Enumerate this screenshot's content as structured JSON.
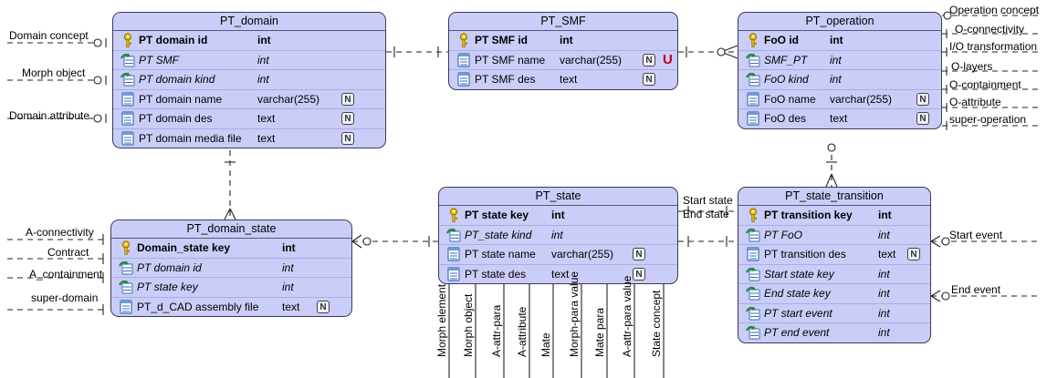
{
  "entities": {
    "domain": {
      "title": "PT_domain",
      "rows": [
        {
          "name": "PT domain id",
          "type": "int",
          "kind": "pk"
        },
        {
          "name": "PT SMF",
          "type": "int",
          "kind": "fk"
        },
        {
          "name": "PT domain kind",
          "type": "int",
          "kind": "fk"
        },
        {
          "name": "PT domain name",
          "type": "varchar(255)",
          "kind": "attr",
          "flags": [
            "N"
          ]
        },
        {
          "name": "PT domain des",
          "type": "text",
          "kind": "attr",
          "flags": [
            "N"
          ]
        },
        {
          "name": "PT domain media file",
          "type": "text",
          "kind": "attr",
          "flags": [
            "N"
          ]
        }
      ]
    },
    "smf": {
      "title": "PT_SMF",
      "rows": [
        {
          "name": "PT SMF id",
          "type": "int",
          "kind": "pk"
        },
        {
          "name": "PT SMF name",
          "type": "varchar(255)",
          "kind": "attr",
          "flags": [
            "N",
            "U"
          ]
        },
        {
          "name": "PT SMF des",
          "type": "text",
          "kind": "attr",
          "flags": [
            "N"
          ]
        }
      ]
    },
    "operation": {
      "title": "PT_operation",
      "rows": [
        {
          "name": "FoO id",
          "type": "int",
          "kind": "pk"
        },
        {
          "name": "SMF_PT",
          "type": "int",
          "kind": "fk"
        },
        {
          "name": "FoO kind",
          "type": "int",
          "kind": "fk"
        },
        {
          "name": "FoO name",
          "type": "varchar(255)",
          "kind": "attr",
          "flags": [
            "N"
          ]
        },
        {
          "name": "FoO des",
          "type": "text",
          "kind": "attr",
          "flags": [
            "N"
          ]
        }
      ]
    },
    "domain_state": {
      "title": "PT_domain_state",
      "rows": [
        {
          "name": "Domain_state key",
          "type": "int",
          "kind": "pk"
        },
        {
          "name": "PT domain id",
          "type": "int",
          "kind": "fk"
        },
        {
          "name": "PT state key",
          "type": "int",
          "kind": "fk"
        },
        {
          "name": "PT_d_CAD assembly  file",
          "type": "text",
          "kind": "attr",
          "flags": [
            "N"
          ]
        }
      ]
    },
    "state": {
      "title": "PT_state",
      "rows": [
        {
          "name": "PT state key",
          "type": "int",
          "kind": "pk"
        },
        {
          "name": "PT_state kind",
          "type": "int",
          "kind": "fk"
        },
        {
          "name": "PT state name",
          "type": "varchar(255)",
          "kind": "attr",
          "flags": [
            "N"
          ]
        },
        {
          "name": "PT state des",
          "type": "text",
          "kind": "attr",
          "flags": [
            "N"
          ]
        }
      ]
    },
    "transition": {
      "title": "PT_state_transition",
      "rows": [
        {
          "name": "PT transition key",
          "type": "int",
          "kind": "pk"
        },
        {
          "name": "PT FoO",
          "type": "int",
          "kind": "fk"
        },
        {
          "name": "PT transition des",
          "type": "text",
          "kind": "attr",
          "flags": [
            "N"
          ]
        },
        {
          "name": "Start state key",
          "type": "int",
          "kind": "fk"
        },
        {
          "name": "End state key",
          "type": "int",
          "kind": "fk"
        },
        {
          "name": "PT start event",
          "type": "int",
          "kind": "fk"
        },
        {
          "name": "PT end event",
          "type": "int",
          "kind": "fk"
        }
      ]
    }
  },
  "labels": {
    "domain_concept": "Domain concept",
    "morph_object": "Morph object",
    "domain_attribute": "Domain attribute",
    "operation_concept": "Operation concept",
    "o_connectivity": "O-connectivity",
    "io_transformation": "I/O transformation",
    "o_layers": "O-layers",
    "o_containment": "O-containment",
    "o_attribute": "O-attribute",
    "super_operation": "super-operation",
    "a_connectivity": "A-connectivity",
    "contract": "Contract",
    "a_containment": "A_containment",
    "super_domain": "super-domain",
    "start_state": "Start state",
    "end_state": "End state",
    "start_event": "Start event",
    "end_event": "End event"
  },
  "vertical_labels": [
    "Morph element",
    "Morph object",
    "A-attr-para",
    "A-attribute",
    "Mate",
    "Morph-para value",
    "Mate para",
    "A-attr-para value",
    "State concept"
  ],
  "icons": {
    "pk": "key-icon",
    "fk": "foreign-key-icon",
    "attr": "column-icon"
  }
}
